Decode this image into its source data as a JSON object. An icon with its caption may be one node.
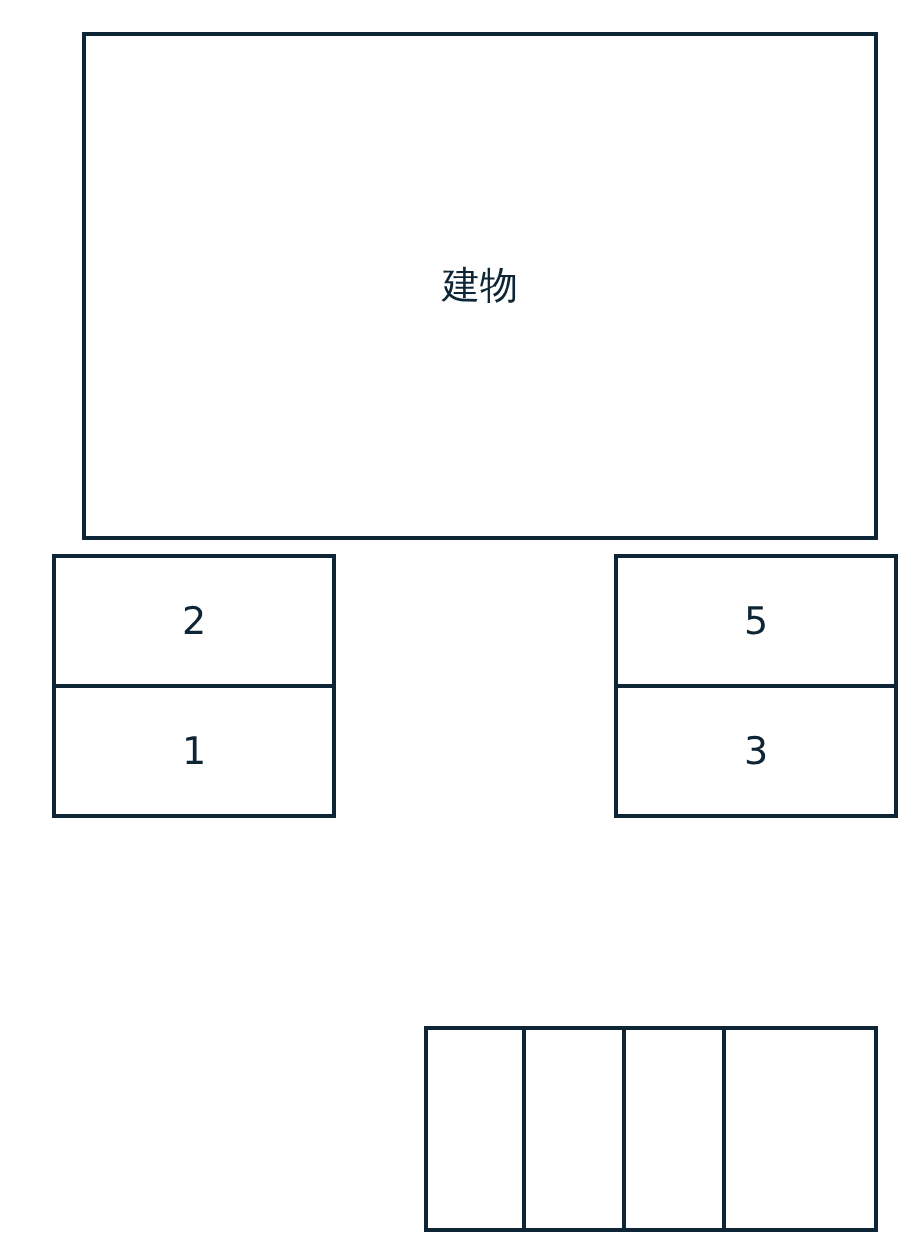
{
  "diagram": {
    "nodes": [
      {
        "text": [
          "建物"
        ]
      },
      {
        "text": [
          "2"
        ]
      },
      {
        "text": [
          "5"
        ]
      },
      {
        "text": [
          "1"
        ]
      },
      {
        "text": [
          "3"
        ]
      },
      {
        "text": [],
        "shape": "box"
      },
      {
        "text": [],
        "shape": "box"
      },
      {
        "text": [],
        "shape": "box"
      },
      {
        "text": [],
        "shape": "box"
      }
    ],
    "edges": []
  }
}
